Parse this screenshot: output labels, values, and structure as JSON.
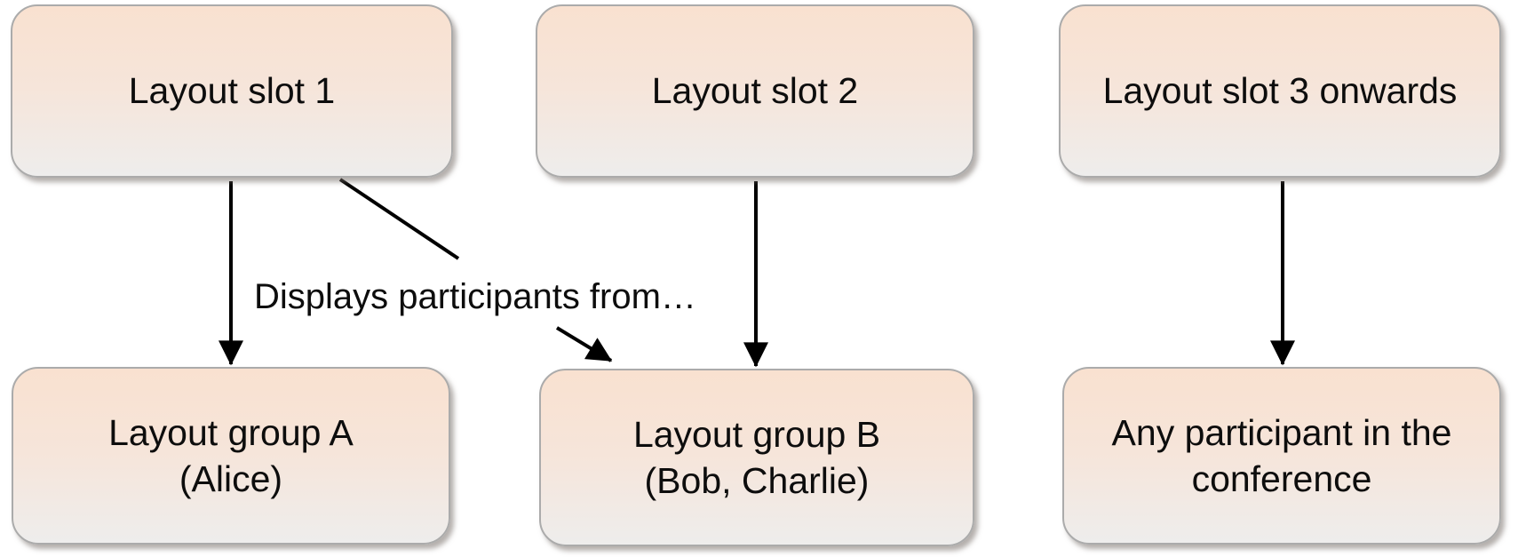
{
  "diagram": {
    "nodes": {
      "slot1": {
        "label": "Layout slot 1"
      },
      "slot2": {
        "label": "Layout slot 2"
      },
      "slot3": {
        "label": "Layout slot 3 onwards"
      },
      "groupA": {
        "label": "Layout group A\n(Alice)"
      },
      "groupB": {
        "label": "Layout group B\n(Bob, Charlie)"
      },
      "anyParticipant": {
        "label": "Any participant in the\nconference"
      }
    },
    "edges": {
      "label": "Displays participants from…",
      "connections": [
        {
          "from": "Layout slot 1",
          "to": "Layout group A (Alice)"
        },
        {
          "from": "Layout slot 1",
          "to": "Layout group B (Bob, Charlie)"
        },
        {
          "from": "Layout slot 2",
          "to": "Layout group B (Bob, Charlie)"
        },
        {
          "from": "Layout slot 3 onwards",
          "to": "Any participant in the conference"
        }
      ]
    },
    "colors": {
      "box_gradient_top": "#f9e1d0",
      "box_gradient_bottom": "#eeedec",
      "box_border": "#ababab",
      "arrow": "#000000",
      "text": "#0d0d0d",
      "background": "#ffffff"
    }
  }
}
